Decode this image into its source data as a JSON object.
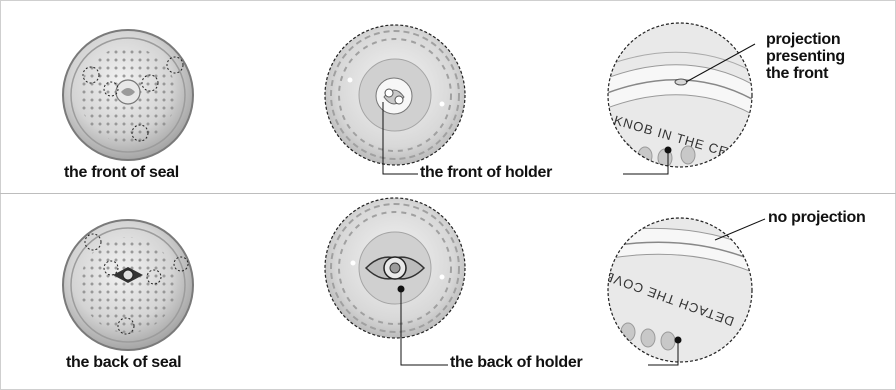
{
  "top_row": {
    "seal_caption": "the front of seal",
    "holder_caption": "the front of holder",
    "detail_caption": [
      "projection",
      "presenting",
      "the front"
    ],
    "engraved_text": "KNOB IN THE CE"
  },
  "bottom_row": {
    "seal_caption": "the back of seal",
    "holder_caption": "the back of holder",
    "detail_caption": "no projection",
    "engraved_text": "DETACH THE COVE"
  },
  "colors": {
    "plate": "#c9c9c9",
    "plate_edge": "#8a8a8a",
    "line": "#111111",
    "divider": "#bdbdbd"
  }
}
